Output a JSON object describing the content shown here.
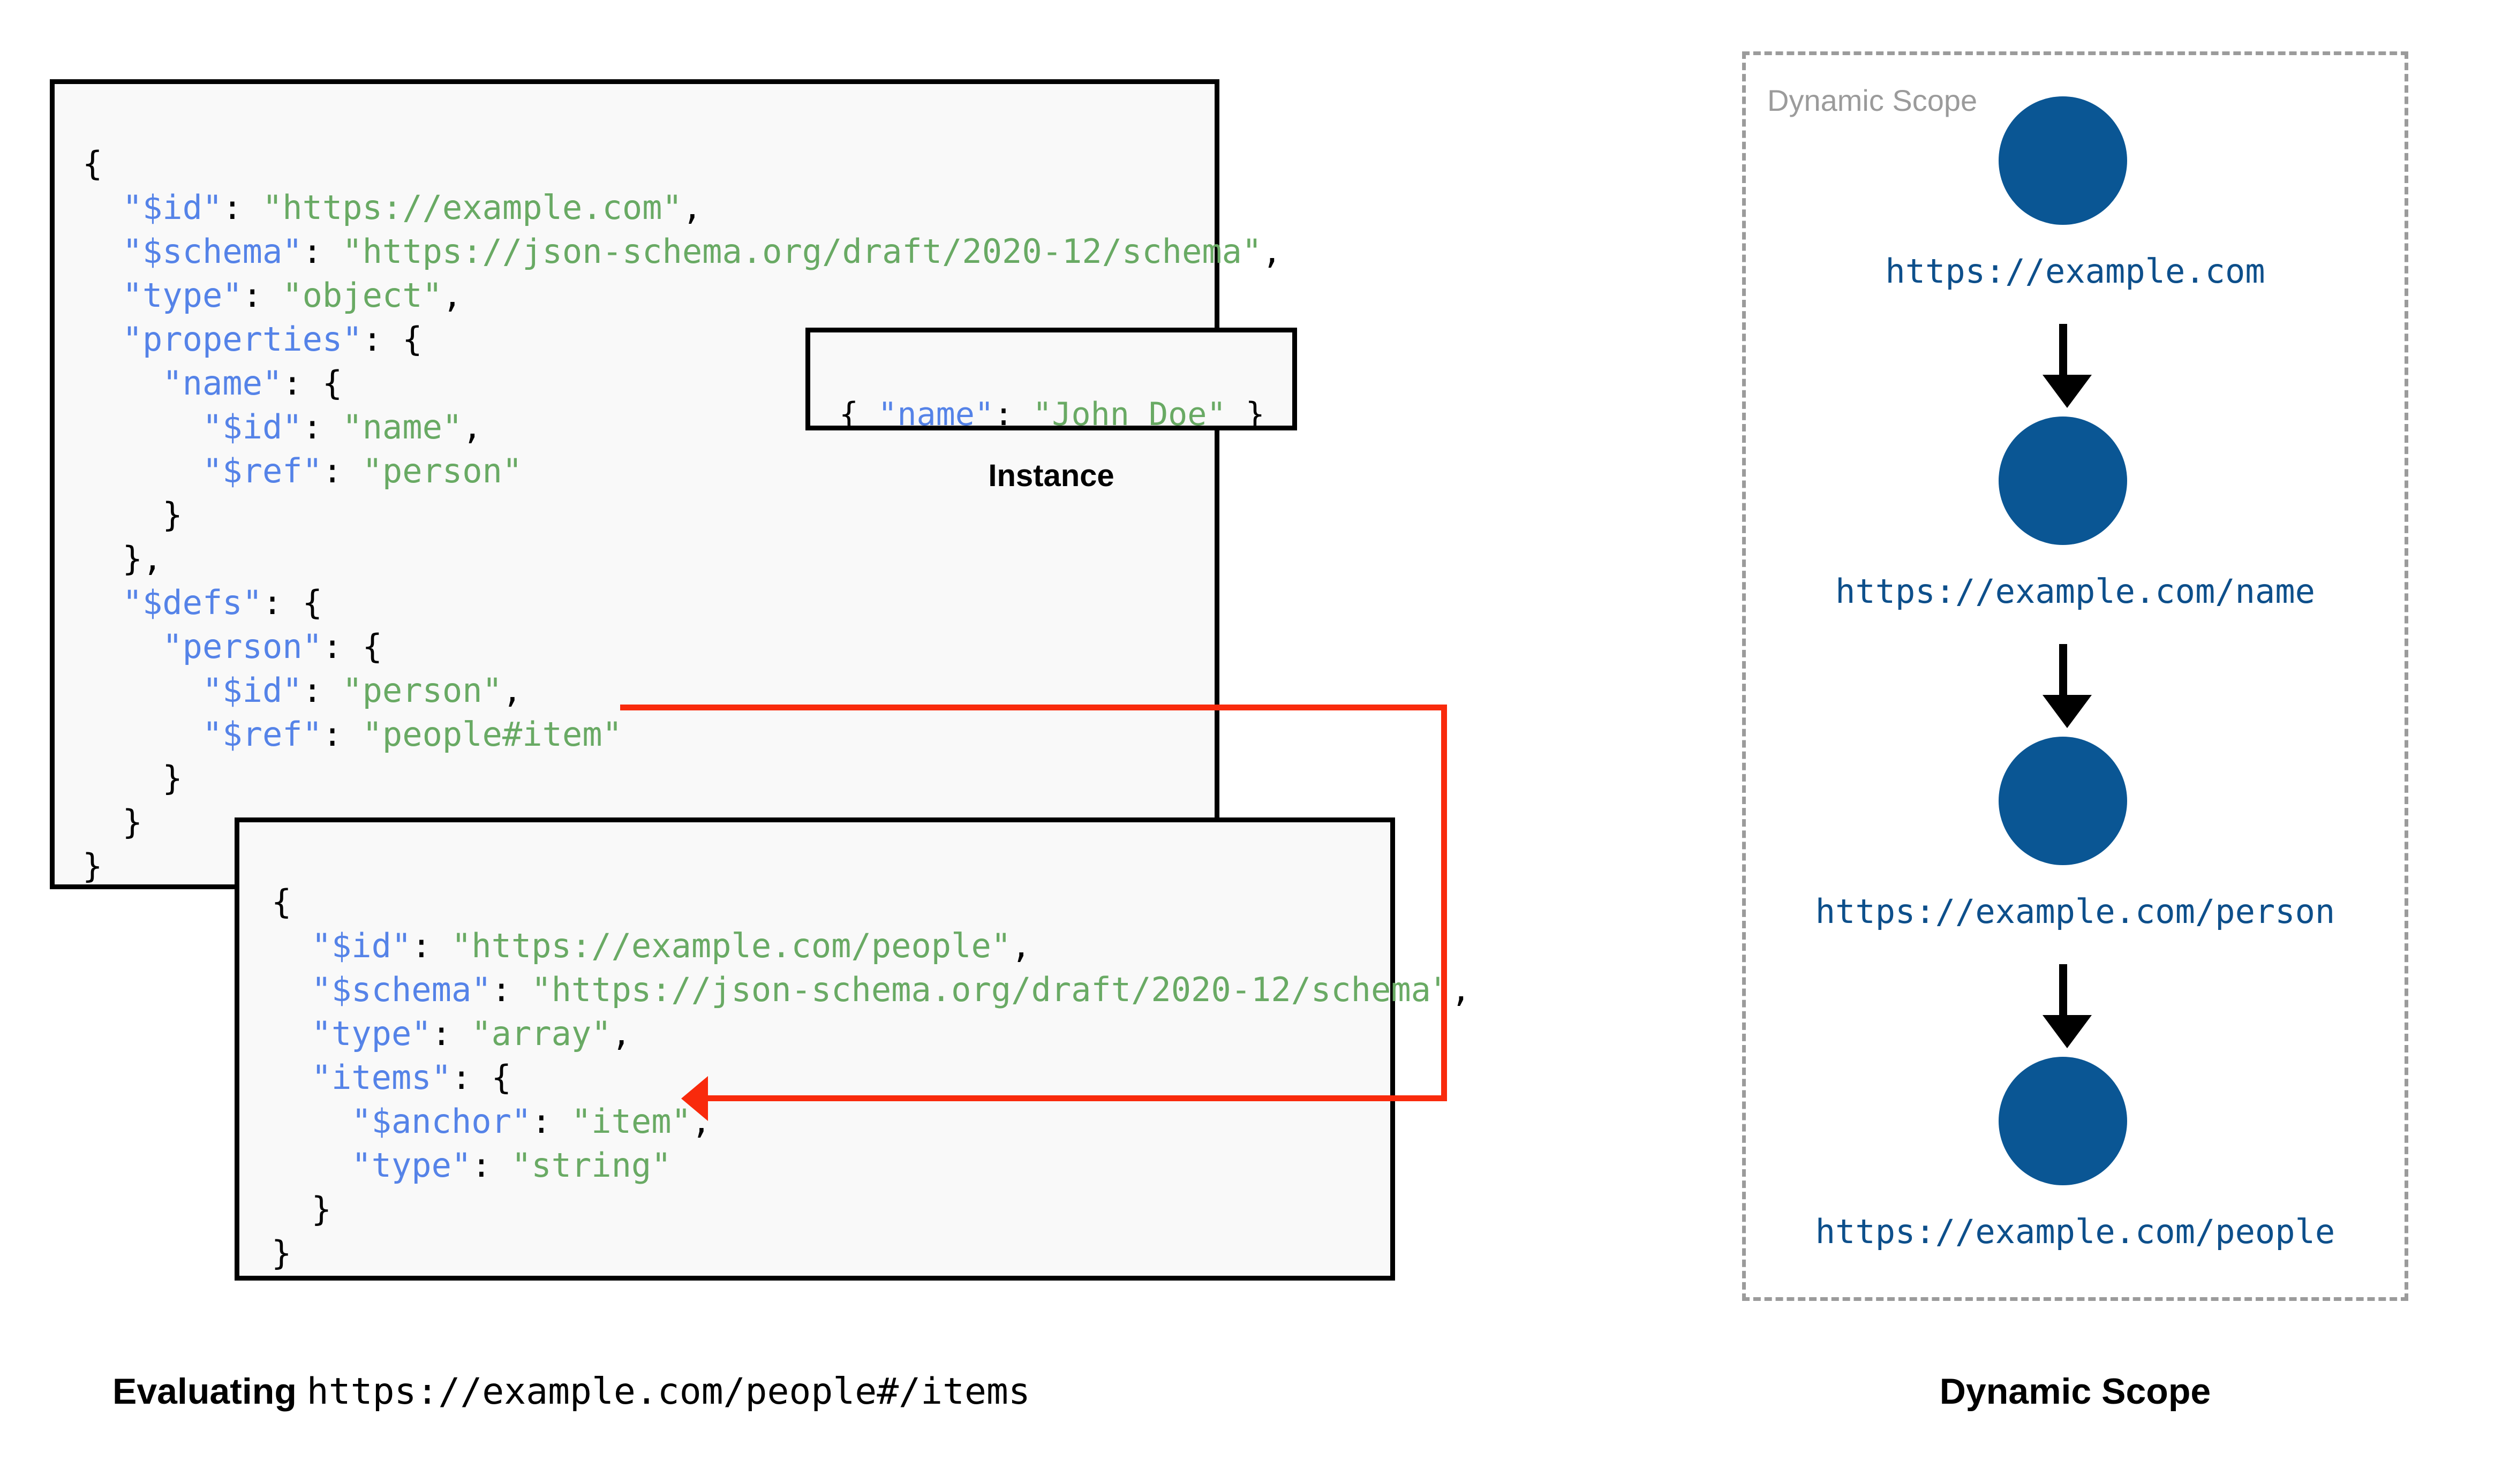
{
  "diagram": {
    "title_left": "Evaluating",
    "title_left_uri": "https://example.com/people#/items",
    "title_right": "Dynamic Scope"
  },
  "schema_main": {
    "name": "root-schema",
    "lines": [
      {
        "indent": 0,
        "tokens": [
          {
            "t": "p",
            "v": "{"
          }
        ]
      },
      {
        "indent": 1,
        "tokens": [
          {
            "t": "k",
            "v": "\"$id\""
          },
          {
            "t": "p",
            "v": ": "
          },
          {
            "t": "s",
            "v": "\"https://example.com\""
          },
          {
            "t": "p",
            "v": ","
          }
        ]
      },
      {
        "indent": 1,
        "tokens": [
          {
            "t": "k",
            "v": "\"$schema\""
          },
          {
            "t": "p",
            "v": ": "
          },
          {
            "t": "s",
            "v": "\"https://json-schema.org/draft/2020-12/schema\""
          },
          {
            "t": "p",
            "v": ","
          }
        ]
      },
      {
        "indent": 1,
        "tokens": [
          {
            "t": "k",
            "v": "\"type\""
          },
          {
            "t": "p",
            "v": ": "
          },
          {
            "t": "s",
            "v": "\"object\""
          },
          {
            "t": "p",
            "v": ","
          }
        ]
      },
      {
        "indent": 1,
        "tokens": [
          {
            "t": "k",
            "v": "\"properties\""
          },
          {
            "t": "p",
            "v": ": {"
          }
        ]
      },
      {
        "indent": 2,
        "tokens": [
          {
            "t": "k",
            "v": "\"name\""
          },
          {
            "t": "p",
            "v": ": {"
          }
        ]
      },
      {
        "indent": 3,
        "tokens": [
          {
            "t": "k",
            "v": "\"$id\""
          },
          {
            "t": "p",
            "v": ": "
          },
          {
            "t": "s",
            "v": "\"name\""
          },
          {
            "t": "p",
            "v": ","
          }
        ]
      },
      {
        "indent": 3,
        "tokens": [
          {
            "t": "k",
            "v": "\"$ref\""
          },
          {
            "t": "p",
            "v": ": "
          },
          {
            "t": "s",
            "v": "\"person\""
          }
        ]
      },
      {
        "indent": 2,
        "tokens": [
          {
            "t": "p",
            "v": "}"
          }
        ]
      },
      {
        "indent": 1,
        "tokens": [
          {
            "t": "p",
            "v": "},"
          }
        ]
      },
      {
        "indent": 1,
        "tokens": [
          {
            "t": "k",
            "v": "\"$defs\""
          },
          {
            "t": "p",
            "v": ": {"
          }
        ]
      },
      {
        "indent": 2,
        "tokens": [
          {
            "t": "k",
            "v": "\"person\""
          },
          {
            "t": "p",
            "v": ": {"
          }
        ]
      },
      {
        "indent": 3,
        "tokens": [
          {
            "t": "k",
            "v": "\"$id\""
          },
          {
            "t": "p",
            "v": ": "
          },
          {
            "t": "s",
            "v": "\"person\""
          },
          {
            "t": "p",
            "v": ","
          }
        ]
      },
      {
        "indent": 3,
        "tokens": [
          {
            "t": "k",
            "v": "\"$ref\""
          },
          {
            "t": "p",
            "v": ": "
          },
          {
            "t": "s",
            "v": "\"people#item\""
          }
        ]
      },
      {
        "indent": 2,
        "tokens": [
          {
            "t": "p",
            "v": "}"
          }
        ]
      },
      {
        "indent": 1,
        "tokens": [
          {
            "t": "p",
            "v": "}"
          }
        ]
      },
      {
        "indent": 0,
        "tokens": [
          {
            "t": "p",
            "v": "}"
          }
        ]
      }
    ]
  },
  "instance": {
    "label": "Instance",
    "lines": [
      {
        "indent": 0,
        "tokens": [
          {
            "t": "p",
            "v": "{ "
          },
          {
            "t": "k",
            "v": "\"name\""
          },
          {
            "t": "p",
            "v": ": "
          },
          {
            "t": "s",
            "v": "\"John Doe\""
          },
          {
            "t": "p",
            "v": " }"
          }
        ]
      }
    ]
  },
  "schema_people": {
    "name": "people-schema",
    "lines": [
      {
        "indent": 0,
        "tokens": [
          {
            "t": "p",
            "v": "{"
          }
        ]
      },
      {
        "indent": 1,
        "tokens": [
          {
            "t": "k",
            "v": "\"$id\""
          },
          {
            "t": "p",
            "v": ": "
          },
          {
            "t": "s",
            "v": "\"https://example.com/people\""
          },
          {
            "t": "p",
            "v": ","
          }
        ]
      },
      {
        "indent": 1,
        "tokens": [
          {
            "t": "k",
            "v": "\"$schema\""
          },
          {
            "t": "p",
            "v": ": "
          },
          {
            "t": "s",
            "v": "\"https://json-schema.org/draft/2020-12/schema\""
          },
          {
            "t": "p",
            "v": ","
          }
        ]
      },
      {
        "indent": 1,
        "tokens": [
          {
            "t": "k",
            "v": "\"type\""
          },
          {
            "t": "p",
            "v": ": "
          },
          {
            "t": "s",
            "v": "\"array\""
          },
          {
            "t": "p",
            "v": ","
          }
        ]
      },
      {
        "indent": 1,
        "tokens": [
          {
            "t": "k",
            "v": "\"items\""
          },
          {
            "t": "p",
            "v": ": {"
          }
        ]
      },
      {
        "indent": 2,
        "tokens": [
          {
            "t": "k",
            "v": "\"$anchor\""
          },
          {
            "t": "p",
            "v": ": "
          },
          {
            "t": "s",
            "v": "\"item\""
          },
          {
            "t": "p",
            "v": ","
          }
        ]
      },
      {
        "indent": 2,
        "tokens": [
          {
            "t": "k",
            "v": "\"type\""
          },
          {
            "t": "p",
            "v": ": "
          },
          {
            "t": "s",
            "v": "\"string\""
          }
        ]
      },
      {
        "indent": 1,
        "tokens": [
          {
            "t": "p",
            "v": "}"
          }
        ]
      },
      {
        "indent": 0,
        "tokens": [
          {
            "t": "p",
            "v": "}"
          }
        ]
      }
    ]
  },
  "scope": {
    "panel_title": "Dynamic Scope",
    "nodes": [
      {
        "label": "https://example.com"
      },
      {
        "label": "https://example.com/name"
      },
      {
        "label": "https://example.com/person"
      },
      {
        "label": "https://example.com/people"
      }
    ]
  },
  "colors": {
    "key": "#5583e8",
    "string": "#69aa64",
    "node": "#0a5694",
    "node_label": "#0d4f8b",
    "ref_arrow": "#f92a0c",
    "scope_border": "#9b9b9b",
    "box_fill": "#f9f9f9"
  }
}
